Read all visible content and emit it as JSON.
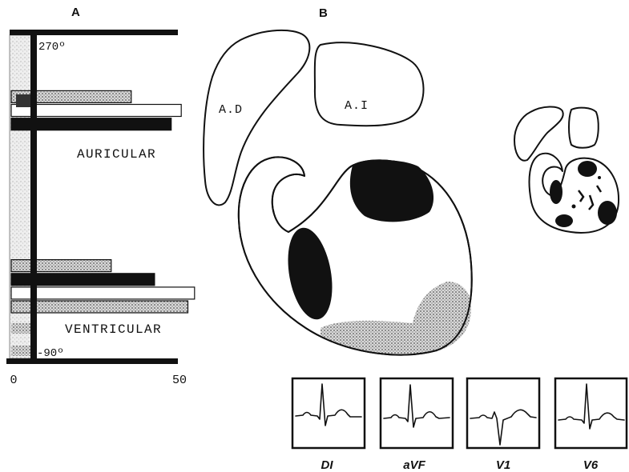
{
  "panels": {
    "a": "A",
    "b": "B"
  },
  "chart_data": {
    "type": "bar",
    "xlim": [
      0,
      50
    ],
    "x_tick_labels": [
      "0",
      "50"
    ],
    "ylim": [
      -90,
      270
    ],
    "y_end_labels": {
      "top": "270º",
      "bottom": "-90º"
    },
    "groups": [
      {
        "label": "AURICULAR",
        "bars": [
          {
            "y": 200,
            "value": 36,
            "color": "#9c9c9c"
          },
          {
            "y": 185,
            "value": 51,
            "color": "#ffffff"
          },
          {
            "y": 170,
            "value": 48,
            "color": "#111111"
          }
        ]
      },
      {
        "label": "VENTRICULAR",
        "bars": [
          {
            "y": 15,
            "value": 30,
            "color": "#9c9c9c"
          },
          {
            "y": 0,
            "value": 43,
            "color": "#111111"
          },
          {
            "y": -15,
            "value": 55,
            "color": "#ffffff"
          },
          {
            "y": -30,
            "value": 53,
            "color": "#9c9c9c"
          }
        ]
      }
    ]
  },
  "diagram": {
    "chambers": [
      "A.D",
      "A.I"
    ],
    "ecg_leads": [
      {
        "label": "DI"
      },
      {
        "label": "aVF"
      },
      {
        "label": "V1"
      },
      {
        "label": "V6"
      }
    ]
  },
  "colors": {
    "ink": "#111111",
    "stipple": "#9c9c9c",
    "paper": "#ffffff"
  }
}
